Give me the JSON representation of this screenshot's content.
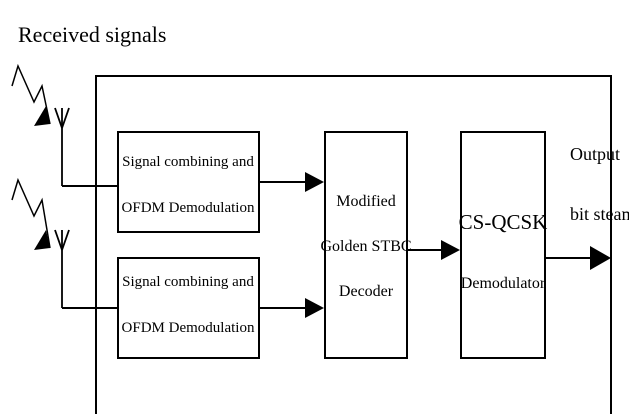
{
  "header": {
    "title": "Received signals"
  },
  "blocks": {
    "ofdm_top": {
      "line1": "Signal combining and",
      "line2": "OFDM Demodulation"
    },
    "ofdm_bottom": {
      "line1": "Signal combining and",
      "line2": "OFDM Demodulation"
    },
    "stbc_decoder": {
      "line1": "Modified",
      "line2": "Golden STBC",
      "line3": "Decoder"
    },
    "cs_qcsk": {
      "line1": "CS-QCSK",
      "line2": "Demodulator"
    }
  },
  "output": {
    "line1": "Output",
    "line2": "bit steams"
  },
  "icons": {
    "antenna": "antenna-icon",
    "lightning": "lightning-icon",
    "arrow": "arrow-right-icon"
  },
  "colors": {
    "stroke": "#000000",
    "background": "#ffffff"
  }
}
